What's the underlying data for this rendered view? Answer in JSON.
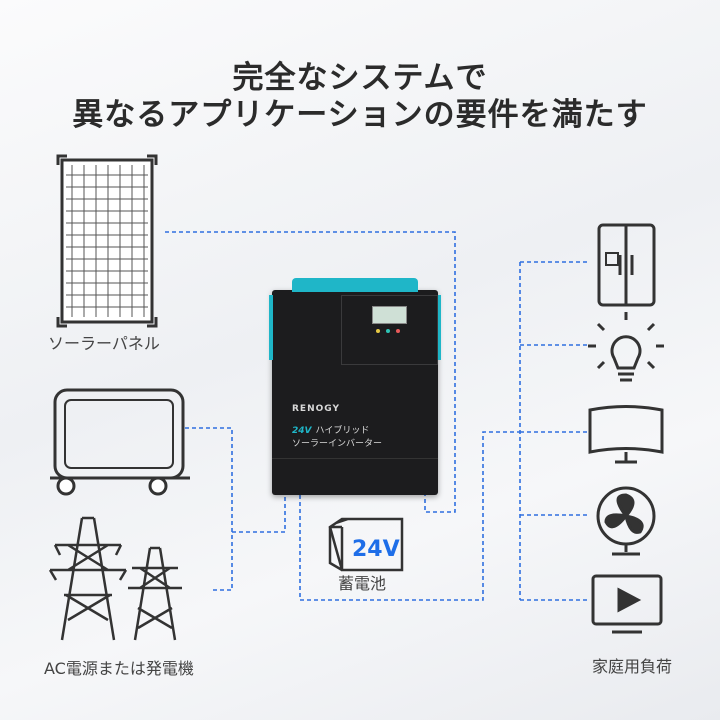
{
  "title": {
    "line1": "完全なシステムで",
    "line2": "異なるアプリケーションの要件を満たす"
  },
  "labels": {
    "solar": "ソーラーパネル",
    "ac": "AC電源または発電機",
    "battery": "蓄電池",
    "loads": "家庭用負荷"
  },
  "inverter": {
    "brand": "RENOGY",
    "voltage": "24V",
    "name1": "ハイブリッド",
    "name2": "ソーラーインバーター"
  },
  "battery": {
    "voltage": "24V"
  },
  "colors": {
    "line": "#2f6fe0",
    "accent": "#1fb6c8",
    "icon": "#333333"
  }
}
